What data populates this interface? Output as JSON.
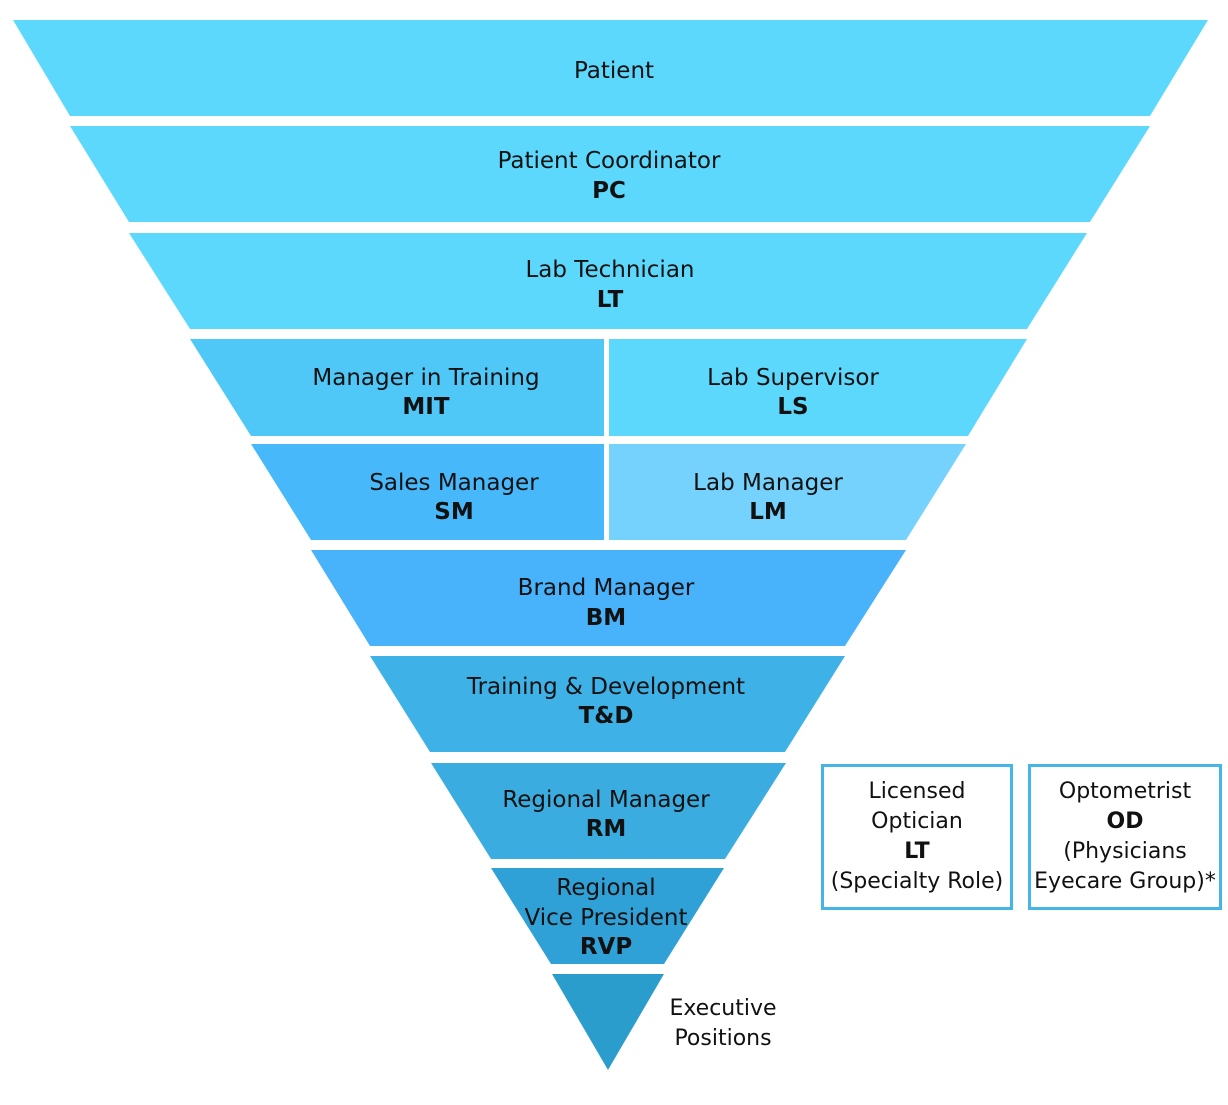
{
  "pyramid": {
    "tiers": [
      {
        "id": "patient",
        "role": "Patient",
        "abbr": "",
        "color": "#5dd8fd"
      },
      {
        "id": "pc",
        "role": "Patient Coordinator",
        "abbr": "PC",
        "color": "#5dd8fd"
      },
      {
        "id": "lt",
        "role": "Lab Technician",
        "abbr": "LT",
        "color": "#5dd8fd"
      },
      {
        "id": "mit",
        "role": "Manager in Training",
        "abbr": "MIT",
        "color": "#4fc8f8"
      },
      {
        "id": "ls",
        "role": "Lab Supervisor",
        "abbr": "LS",
        "color": "#5dd8fd"
      },
      {
        "id": "sm",
        "role": "Sales Manager",
        "abbr": "SM",
        "color": "#47b9fb"
      },
      {
        "id": "lm",
        "role": "Lab Manager",
        "abbr": "LM",
        "color": "#74d2fd"
      },
      {
        "id": "bm",
        "role": "Brand Manager",
        "abbr": "BM",
        "color": "#48b2fb"
      },
      {
        "id": "td",
        "role": "Training & Development",
        "abbr": "T&D",
        "color": "#3eb1e6"
      },
      {
        "id": "rm",
        "role": "Regional Manager",
        "abbr": "RM",
        "color": "#3aacdf"
      },
      {
        "id": "rvp",
        "role_line1": "Regional",
        "role_line2": "Vice President",
        "abbr": "RVP",
        "color": "#2fa1d6"
      },
      {
        "id": "exec",
        "color": "#2b9dcc"
      }
    ],
    "executive_label_line1": "Executive",
    "executive_label_line2": "Positions"
  },
  "side_boxes": {
    "optician": {
      "line1": "Licensed",
      "line2": "Optician",
      "abbr": "LT",
      "note": "(Specialty Role)"
    },
    "optometrist": {
      "line1": "Optometrist",
      "abbr": "OD",
      "note1": "(Physicians",
      "note2": "Eyecare Group)*"
    }
  },
  "colors": {
    "box_border": "#45b4e6"
  }
}
